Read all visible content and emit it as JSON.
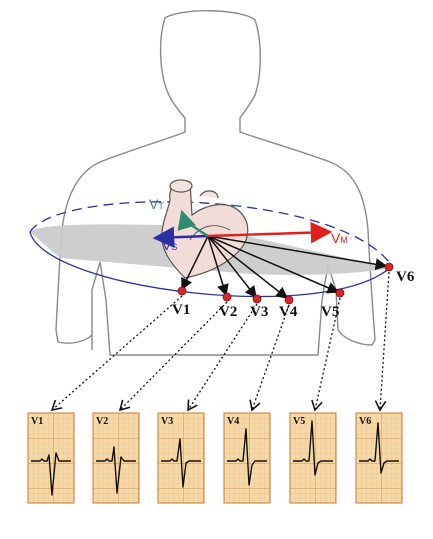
{
  "vectors": {
    "vt": {
      "label": "VT",
      "color": "#2e8b6e"
    },
    "vs": {
      "label": "VS",
      "color": "#2b2fa0"
    },
    "vm": {
      "label": "VM",
      "color": "#e0201c"
    }
  },
  "leads": [
    {
      "id": "V1"
    },
    {
      "id": "V2"
    },
    {
      "id": "V3"
    },
    {
      "id": "V4"
    },
    {
      "id": "V5"
    },
    {
      "id": "V6"
    }
  ],
  "colors": {
    "grid_bg": "#f6d9a8",
    "grid_line": "#e9a35a",
    "electrode": "#d8262b",
    "ellipse": "#2b2fa0",
    "plane": "#c9c9c9",
    "outline": "#8a8a8a"
  }
}
